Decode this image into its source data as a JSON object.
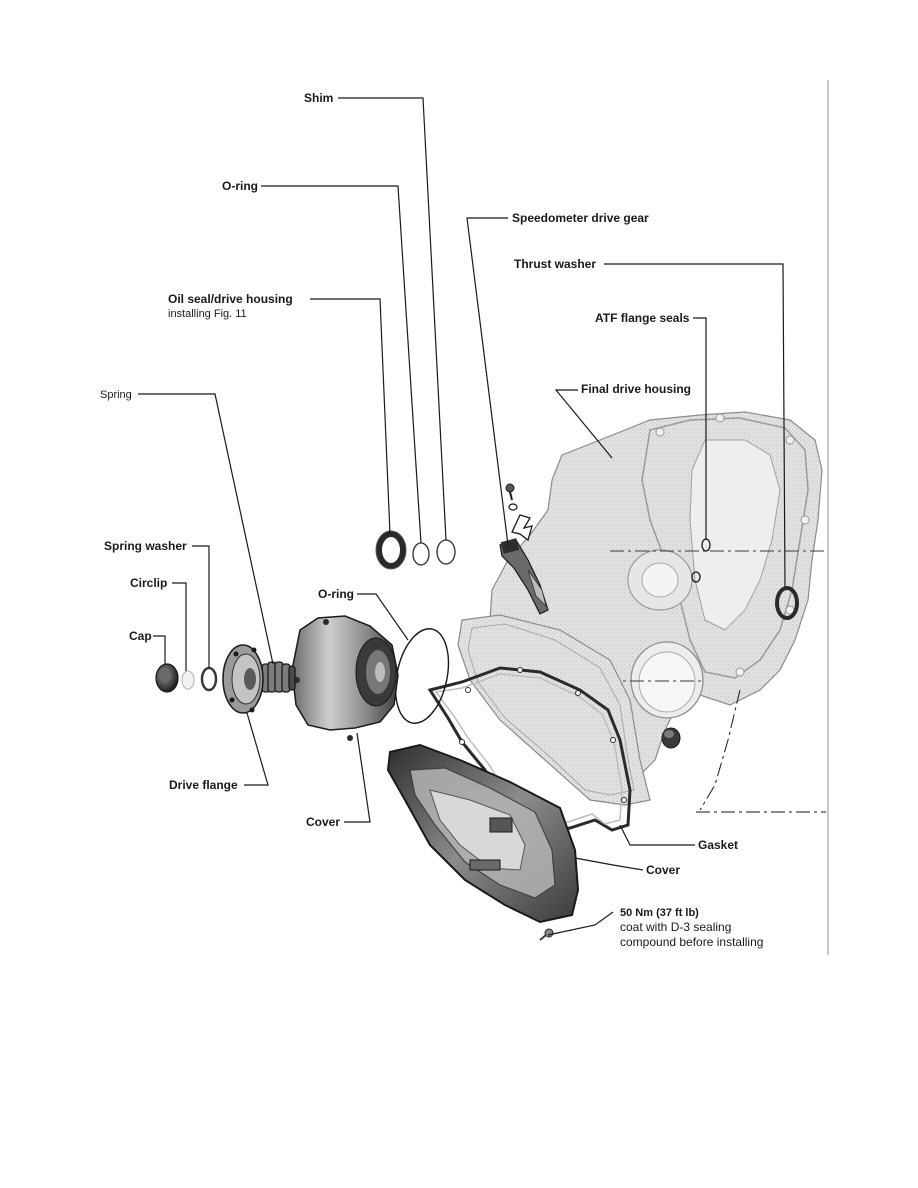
{
  "labels": {
    "shim": "Shim",
    "o_ring_top": "O-ring",
    "speedometer_drive_gear": "Speedometer drive gear",
    "thrust_washer": "Thrust washer",
    "oil_seal_drive_housing": "Oil seal/drive housing",
    "oil_seal_note": "installing Fig. 11",
    "atf_flange_seals": "ATF flange seals",
    "spring": "Spring",
    "final_drive_housing": "Final drive housing",
    "spring_washer": "Spring washer",
    "circlip": "Circlip",
    "o_ring_cover": "O-ring",
    "cap": "Cap",
    "drive_flange": "Drive flange",
    "cover_left": "Cover",
    "gasket": "Gasket",
    "cover_right": "Cover",
    "torque": "50 Nm (37 ft lb)",
    "torque_note_1": "coat with D-3 sealing",
    "torque_note_2": "compound before installing"
  },
  "colors": {
    "line": "#1a1a1a",
    "housing_fill": "#d9d9d9",
    "housing_edge": "#8c8c8c",
    "metal_dark": "#4a4a4a",
    "metal_mid": "#8a8a8a",
    "metal_light": "#c8c8c8"
  }
}
